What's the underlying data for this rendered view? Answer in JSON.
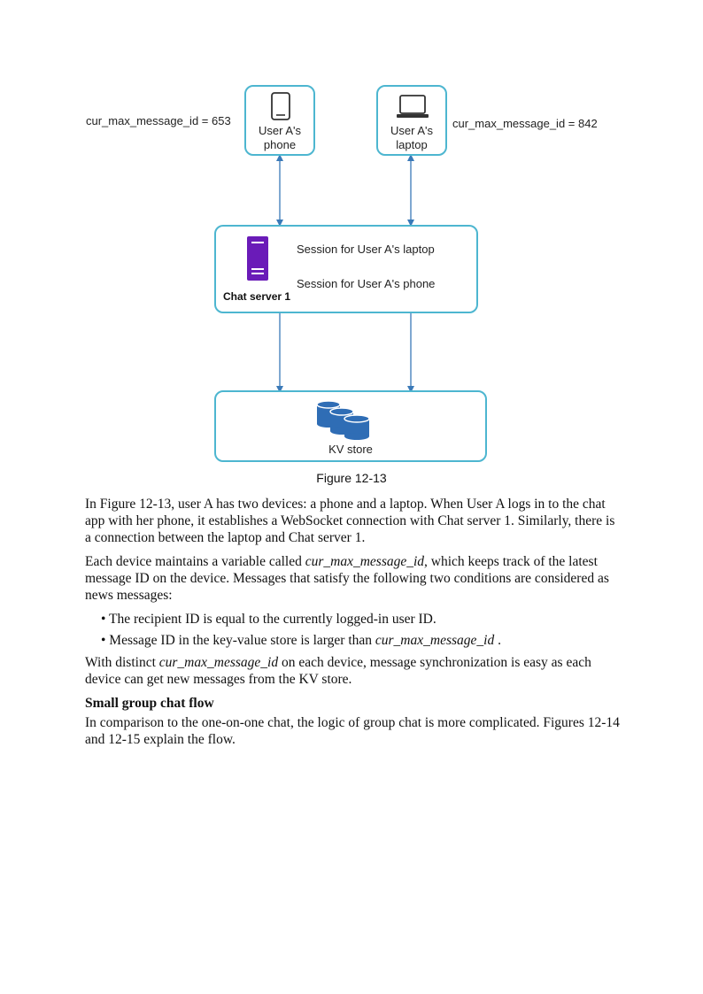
{
  "diagram": {
    "phone": {
      "line1": "User A's",
      "line2": "phone",
      "var_label": "cur_max_message_id = 653"
    },
    "laptop": {
      "line1": "User A's",
      "line2": "laptop",
      "var_label": "cur_max_message_id = 842"
    },
    "server": {
      "session_laptop": "Session for User A's laptop",
      "session_phone": "Session for User A's phone",
      "name": "Chat server 1"
    },
    "kv_store": {
      "label": "KV store"
    },
    "caption": "Figure 12-13",
    "colors": {
      "box_border": "#4db6d0",
      "arrow": "#3a7ab8",
      "server_icon": "#6a1bb8",
      "db_icon": "#2f6db5"
    }
  },
  "body": {
    "p1": "In Figure 12-13, user A has two devices: a phone and a laptop. When User A logs in to the chat app with her phone, it establishes a WebSocket connection with Chat server 1. Similarly, there is a connection between the laptop and Chat server 1.",
    "p2_before": "Each device maintains a variable called ",
    "p2_var": "cur_max_message_id",
    "p2_after": ", which keeps track of the latest message ID on the device. Messages that satisfy the following two conditions are considered as news messages:",
    "bullet1": "• The recipient ID is equal to the currently logged-in user ID.",
    "bullet2_before": "• Message ID in the key-value store is larger than ",
    "bullet2_var": "cur_max_message_id",
    "bullet2_after": " .",
    "p3_before": "With distinct ",
    "p3_var": "cur_max_message_id",
    "p3_after": " on each device, message synchronization is easy as each device can get new messages from the KV store.",
    "heading": "Small group chat flow",
    "p4": "In comparison to the one-on-one chat, the logic of group chat is more complicated. Figures 12-14 and 12-15 explain the flow."
  }
}
